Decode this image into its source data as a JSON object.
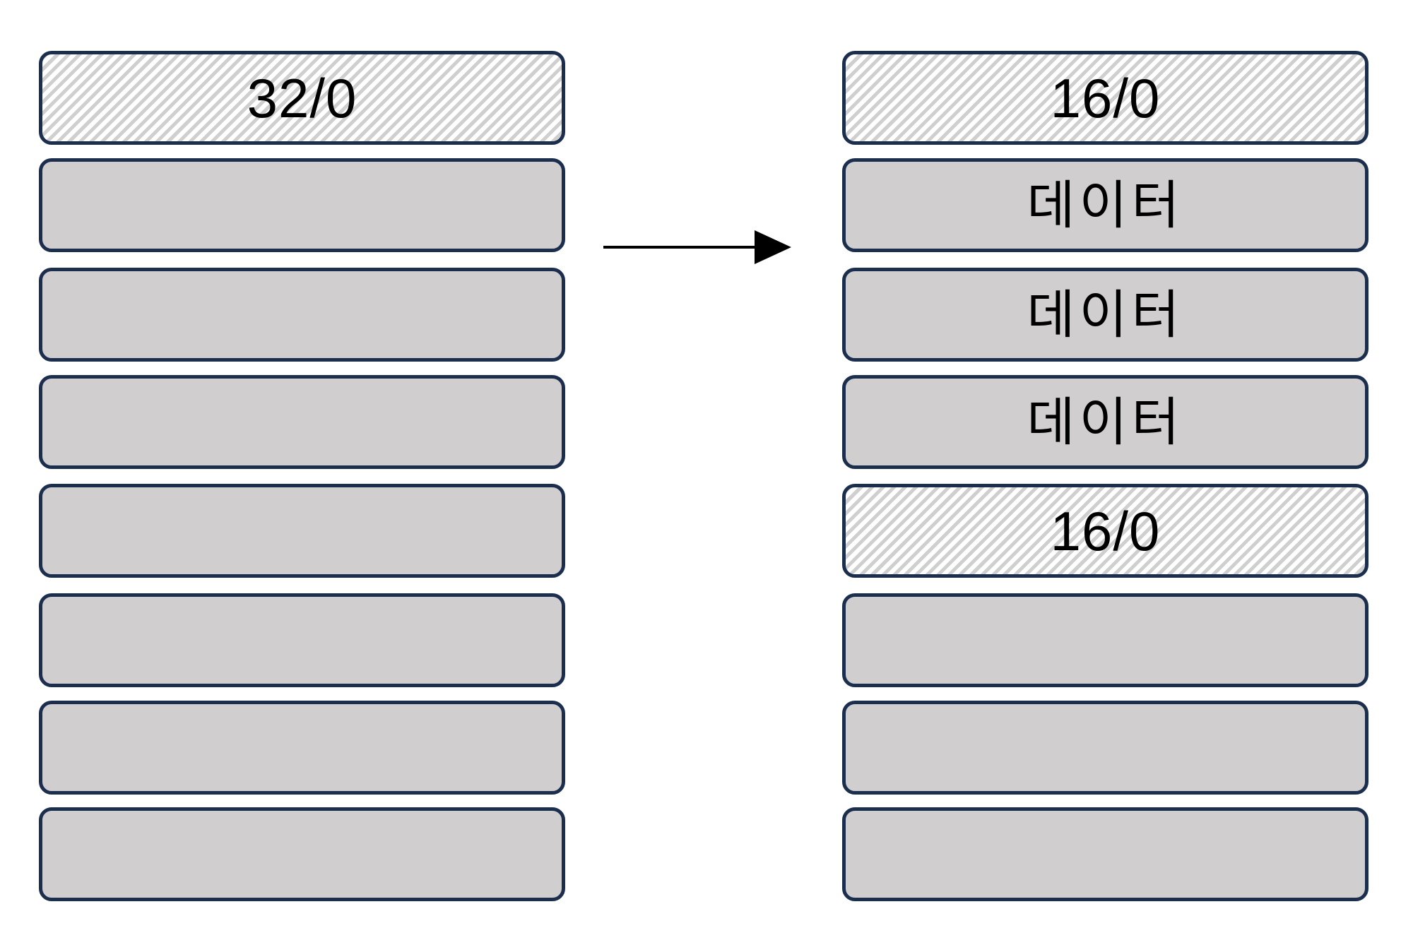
{
  "diagram": {
    "left_column": {
      "blocks": [
        {
          "type": "header",
          "label": "32/0"
        },
        {
          "type": "empty",
          "label": ""
        },
        {
          "type": "empty",
          "label": ""
        },
        {
          "type": "empty",
          "label": ""
        },
        {
          "type": "empty",
          "label": ""
        },
        {
          "type": "empty",
          "label": ""
        },
        {
          "type": "empty",
          "label": ""
        },
        {
          "type": "empty",
          "label": ""
        }
      ]
    },
    "right_column": {
      "blocks": [
        {
          "type": "header",
          "label": "16/0"
        },
        {
          "type": "data",
          "label": "데이터"
        },
        {
          "type": "data",
          "label": "데이터"
        },
        {
          "type": "data",
          "label": "데이터"
        },
        {
          "type": "header",
          "label": "16/0"
        },
        {
          "type": "empty",
          "label": ""
        },
        {
          "type": "empty",
          "label": ""
        },
        {
          "type": "empty",
          "label": ""
        }
      ]
    },
    "colors": {
      "block_fill": "#d0cecf",
      "block_border": "#1c2e4e",
      "hatch": "#cfcfcf",
      "arrow": "#000000"
    }
  }
}
